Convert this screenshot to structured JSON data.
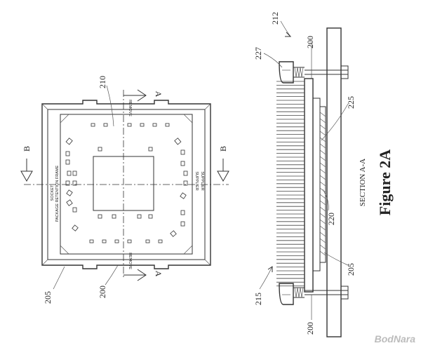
{
  "figure_title": "Figure 2A",
  "section_label": "SECTION A-A",
  "watermark": "BodNara",
  "section_markers": {
    "a_top": "A",
    "a_bottom": "A",
    "b_left": "B",
    "b_right": "B"
  },
  "refs": {
    "r210": "210",
    "r200_left": "200",
    "r205_left": "205",
    "r212": "212",
    "r227": "227",
    "r200_right_top": "200",
    "r225": "225",
    "r220": "220",
    "r205_right": "205",
    "r215": "215",
    "r200_right_bottom": "200"
  },
  "frame_text": {
    "socket": "SOCKET",
    "package_retention_frame": "PACKAGE RETENTION FRAME",
    "supplier_1": "SUPPLIER",
    "supplier_2": "SUPPLIER",
    "remove_top": "REMOVE",
    "remove_bottom": "REMOVE"
  }
}
